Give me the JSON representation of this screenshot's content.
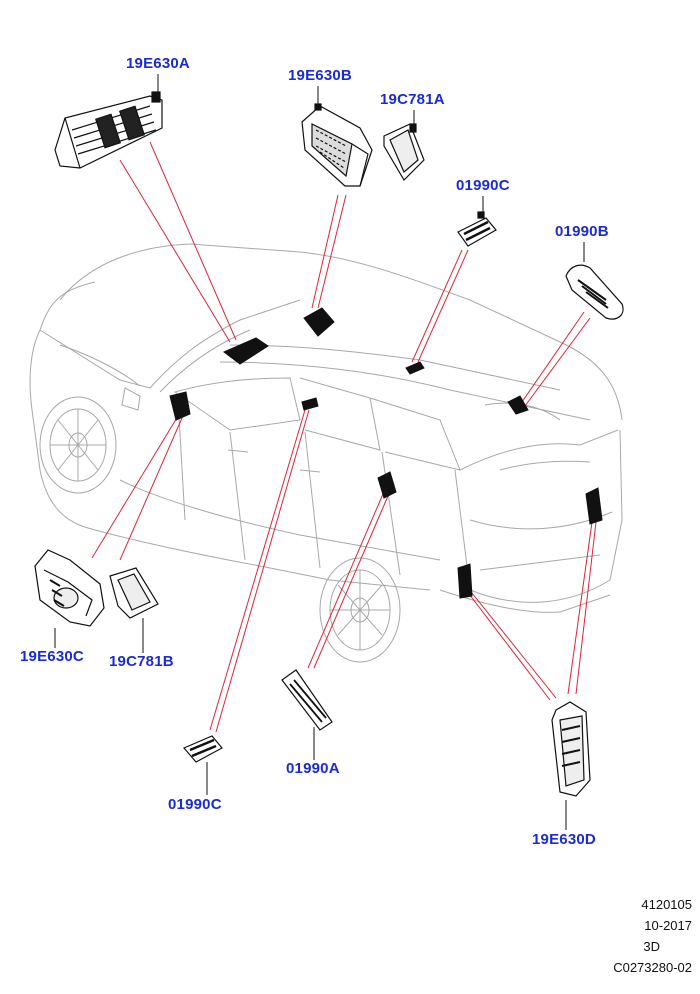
{
  "callouts": {
    "c19E630A": "19E630A",
    "c19E630B": "19E630B",
    "c19C781A": "19C781A",
    "c01990C_top": "01990C",
    "c01990B": "01990B",
    "c19E630C": "19E630C",
    "c19C781B": "19C781B",
    "c01990A": "01990A",
    "c01990C_bottom": "01990C",
    "c19E630D": "19E630D"
  },
  "footer": {
    "ref_number": "4120105",
    "date": "10-2017",
    "view": "3D",
    "drawing_code": "C0273280-02"
  },
  "colors": {
    "callout_text": "#1a2bd6",
    "leader_line": "#d8263a",
    "outline": "#9a9a9a",
    "part_fill": "#111111"
  }
}
